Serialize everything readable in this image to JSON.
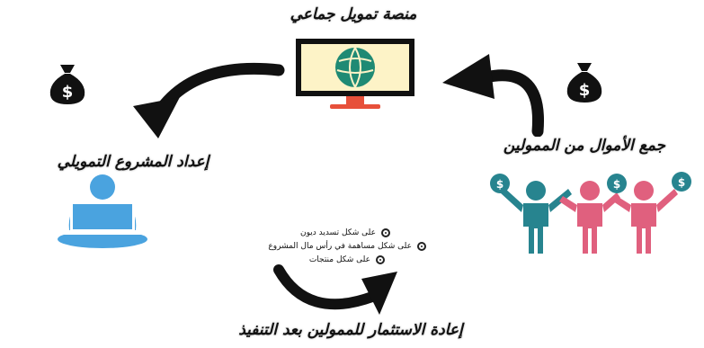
{
  "diagram": {
    "title": "منصة تمويل جماعي",
    "step_prepare": "إعداد المشروع التمويلي",
    "step_collect": "جمع الأموال من الممولين",
    "step_return": "إعادة الاستثمار للممولين بعد التنفيذ",
    "return_options": [
      "على شكل تسديد ديون",
      "على شكل مساهمة في رأس مال المشروع",
      "على شكل منتجات"
    ],
    "money_symbol": "$"
  },
  "colors": {
    "monitor_frame": "#111111",
    "monitor_screen": "#fdf3c7",
    "globe": "#1f8a74",
    "monitor_stand": "#e7503a",
    "person_laptop": "#4aa3df",
    "person_teal": "#27848f",
    "person_pink": "#e0607e",
    "arrow": "#111111"
  },
  "icons": [
    "monitor-globe-icon",
    "money-bag-icon",
    "person-laptop-icon",
    "investors-group-icon",
    "curved-arrow-icon"
  ]
}
